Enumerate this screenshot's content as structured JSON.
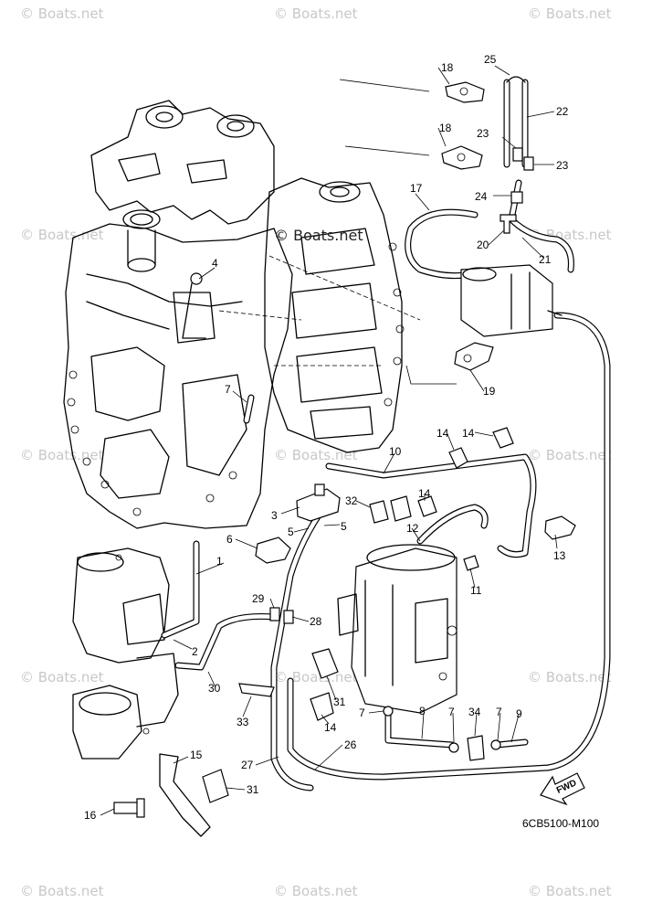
{
  "watermarks": {
    "corner_text": "© Boats.net",
    "center_text": "© Boats.net"
  },
  "diagram_code": "6CB5100-M100",
  "fwd_label": "FWD",
  "callouts": [
    {
      "id": "c1",
      "label": "1"
    },
    {
      "id": "c2",
      "label": "2"
    },
    {
      "id": "c3",
      "label": "3"
    },
    {
      "id": "c4",
      "label": "4"
    },
    {
      "id": "c5a",
      "label": "5"
    },
    {
      "id": "c5b",
      "label": "5"
    },
    {
      "id": "c6",
      "label": "6"
    },
    {
      "id": "c7a",
      "label": "7"
    },
    {
      "id": "c7b",
      "label": "7"
    },
    {
      "id": "c7c",
      "label": "7"
    },
    {
      "id": "c7d",
      "label": "7"
    },
    {
      "id": "c8",
      "label": "8"
    },
    {
      "id": "c9",
      "label": "9"
    },
    {
      "id": "c10",
      "label": "10"
    },
    {
      "id": "c11",
      "label": "11"
    },
    {
      "id": "c12",
      "label": "12"
    },
    {
      "id": "c13",
      "label": "13"
    },
    {
      "id": "c14a",
      "label": "14"
    },
    {
      "id": "c14b",
      "label": "14"
    },
    {
      "id": "c14c",
      "label": "14"
    },
    {
      "id": "c14d",
      "label": "14"
    },
    {
      "id": "c15",
      "label": "15"
    },
    {
      "id": "c16",
      "label": "16"
    },
    {
      "id": "c17",
      "label": "17"
    },
    {
      "id": "c18a",
      "label": "18"
    },
    {
      "id": "c18b",
      "label": "18"
    },
    {
      "id": "c19",
      "label": "19"
    },
    {
      "id": "c20",
      "label": "20"
    },
    {
      "id": "c21",
      "label": "21"
    },
    {
      "id": "c22",
      "label": "22"
    },
    {
      "id": "c23a",
      "label": "23"
    },
    {
      "id": "c23b",
      "label": "23"
    },
    {
      "id": "c24",
      "label": "24"
    },
    {
      "id": "c25",
      "label": "25"
    },
    {
      "id": "c26",
      "label": "26"
    },
    {
      "id": "c27",
      "label": "27"
    },
    {
      "id": "c28",
      "label": "28"
    },
    {
      "id": "c29",
      "label": "29"
    },
    {
      "id": "c30",
      "label": "30"
    },
    {
      "id": "c31a",
      "label": "31"
    },
    {
      "id": "c31b",
      "label": "31"
    },
    {
      "id": "c32",
      "label": "32"
    },
    {
      "id": "c33",
      "label": "33"
    },
    {
      "id": "c34",
      "label": "34"
    }
  ]
}
